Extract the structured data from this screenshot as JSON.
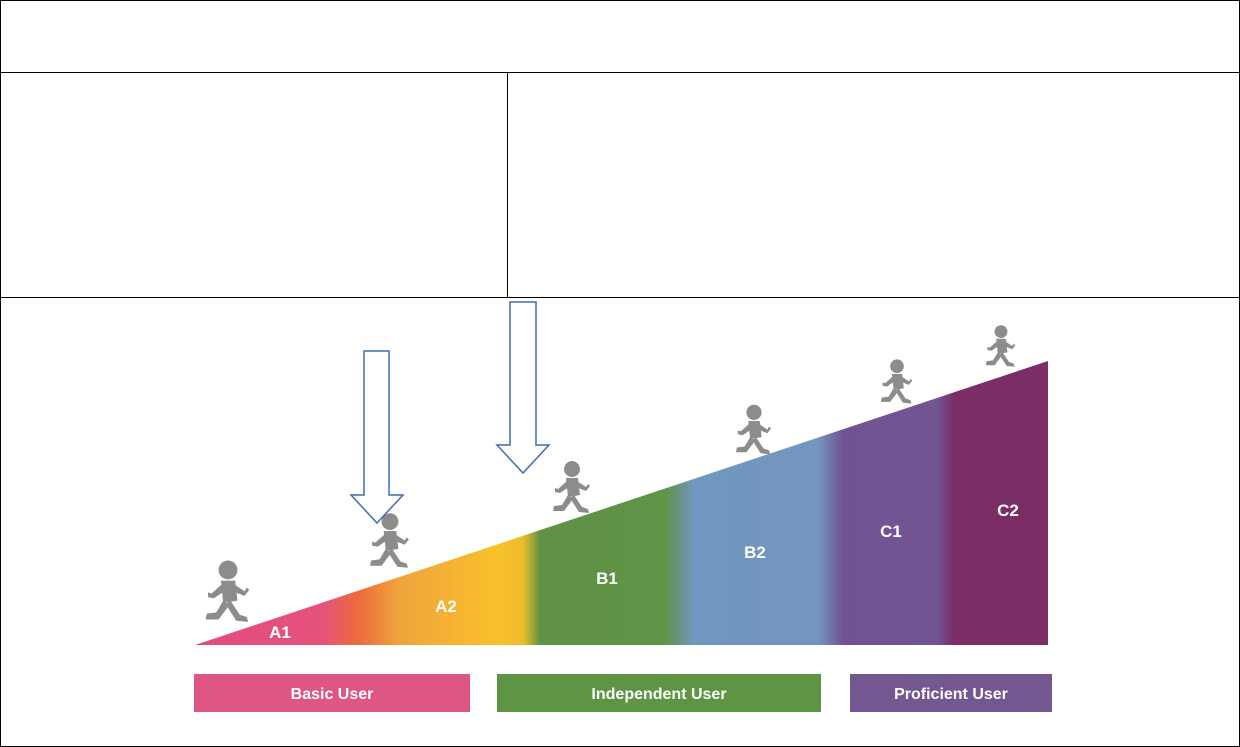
{
  "levels": [
    {
      "code": "A1",
      "color": "#e4507e"
    },
    {
      "code": "A2",
      "color": "#f7bb2a"
    },
    {
      "code": "B1",
      "color": "#5d9245"
    },
    {
      "code": "B2",
      "color": "#7397bd"
    },
    {
      "code": "C1",
      "color": "#735491"
    },
    {
      "code": "C2",
      "color": "#7b2d66"
    }
  ],
  "user_groups": [
    {
      "label": "Basic User",
      "color": "#e05682"
    },
    {
      "label": "Independent User",
      "color": "#5e9545"
    },
    {
      "label": "Proficient User",
      "color": "#735791"
    }
  ],
  "figure_color": "#8c8c8c",
  "arrow_color": "#3d6fa8"
}
